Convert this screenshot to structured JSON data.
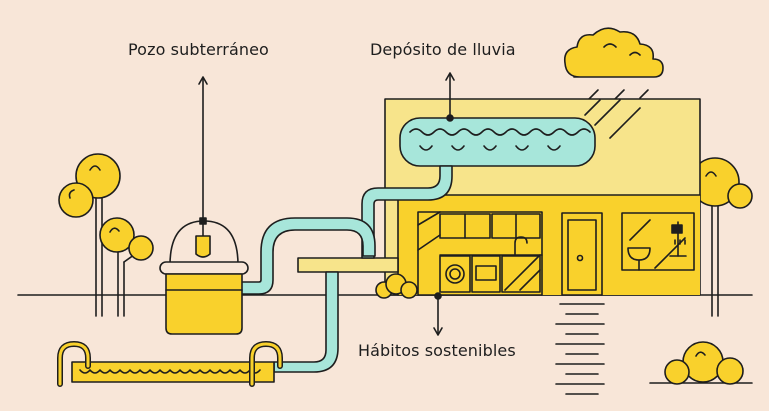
{
  "labels": {
    "well": "Pozo subterráneo",
    "rain_tank": "Depósito de lluvia",
    "habits": "Hábitos sostenibles"
  },
  "colors": {
    "background": "#f8e6d8",
    "outline": "#1e1e1e",
    "yellow": "#f9d12c",
    "pale_yellow": "#f7e48b",
    "water": "#a7e6da"
  }
}
